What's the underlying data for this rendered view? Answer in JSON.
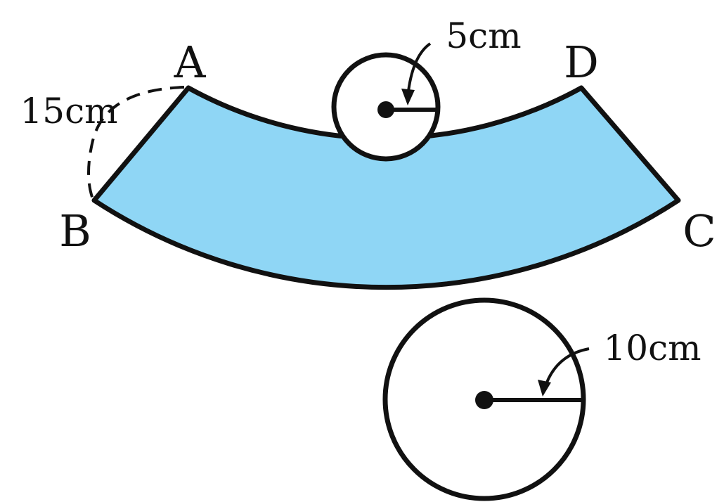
{
  "points": {
    "A": "A",
    "B": "B",
    "C": "C",
    "D": "D"
  },
  "measurements": {
    "side": "15cm",
    "small_radius": "5cm",
    "large_radius": "10cm"
  },
  "colors": {
    "fill": "#8fd6f5",
    "stroke": "#111111",
    "background": "#ffffff"
  }
}
